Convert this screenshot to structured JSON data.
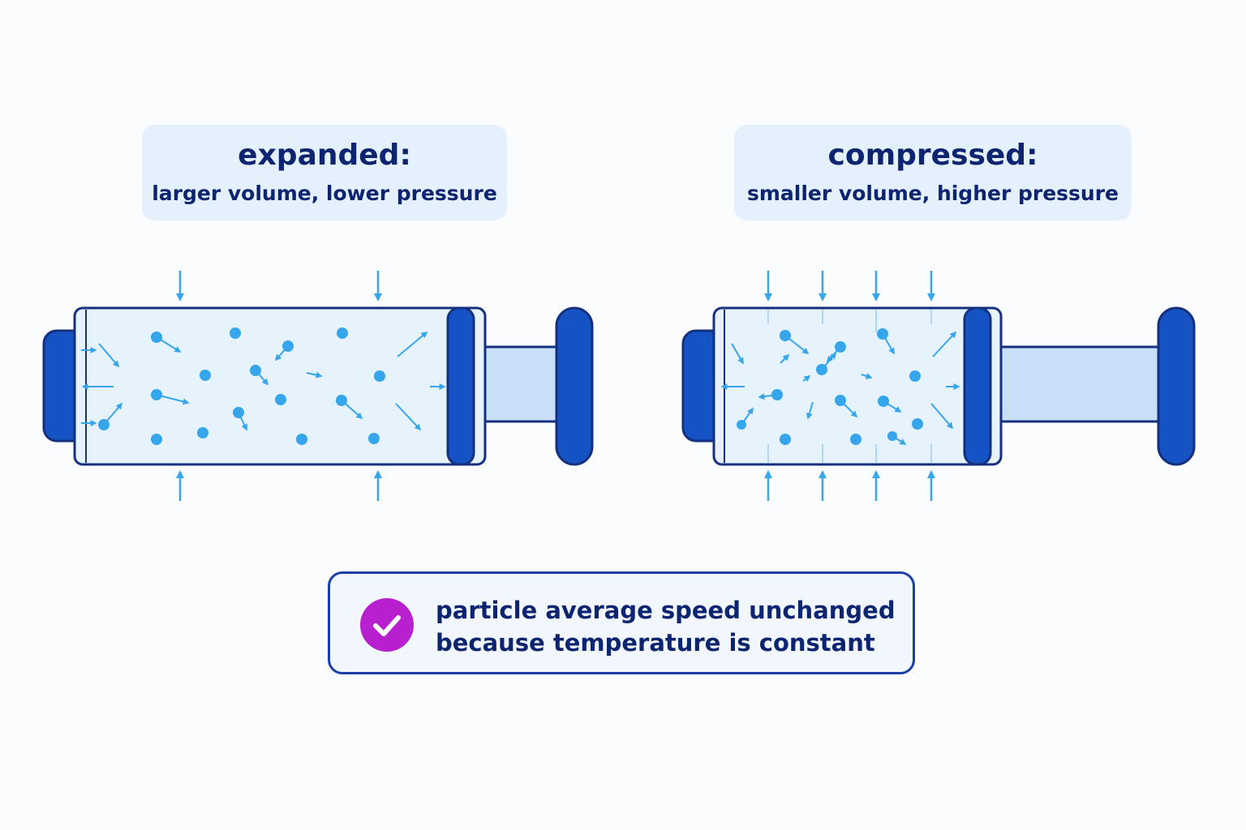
{
  "panels": {
    "expanded": {
      "title": "expanded:",
      "subtitle": "larger volume, lower pressure",
      "wall_arrows_per_side": 2,
      "relative_volume": "larger",
      "relative_pressure": "lower"
    },
    "compressed": {
      "title": "compressed:",
      "subtitle": "smaller volume, higher pressure",
      "wall_arrows_per_side": 4,
      "relative_volume": "smaller",
      "relative_pressure": "higher"
    }
  },
  "note": {
    "line1": "particle average speed unchanged",
    "line2": "because temperature is constant",
    "icon": "checkmark-icon"
  },
  "colors": {
    "title_text": "#0d2570",
    "label_box_bg": "#e4f0fb",
    "cylinder_outline": "#14307e",
    "cylinder_fill": "#e6f2fc",
    "piston": "#1553c4",
    "particle": "#36a6ec",
    "check_badge": "#b81fcf"
  }
}
